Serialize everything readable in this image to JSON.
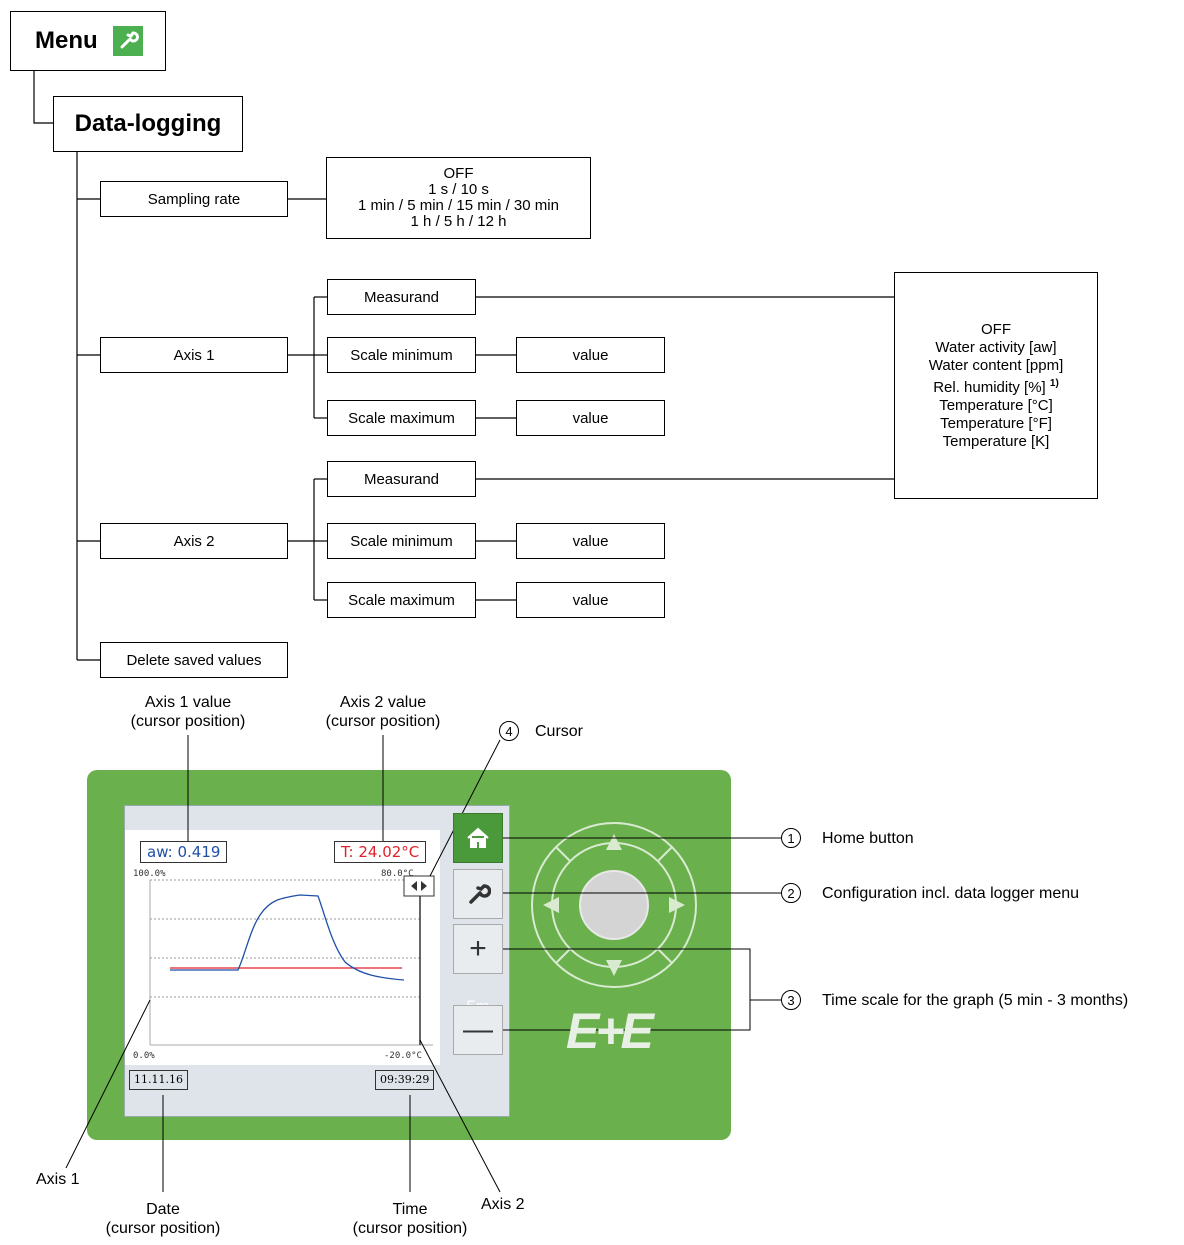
{
  "tree": {
    "menu_label": "Menu",
    "data_logging_label": "Data-logging",
    "sampling_rate": {
      "label": "Sampling rate",
      "options": [
        "OFF",
        "1 s / 10 s",
        "1 min / 5 min / 15 min / 30 min",
        "1 h / 5 h / 12 h"
      ]
    },
    "axis1": {
      "label": "Axis 1",
      "measurand": "Measurand",
      "scale_min": "Scale minimum",
      "scale_max": "Scale maximum",
      "value": "value"
    },
    "axis2": {
      "label": "Axis 2",
      "measurand": "Measurand",
      "scale_min": "Scale minimum",
      "scale_max": "Scale maximum",
      "value": "value"
    },
    "measurand_options": [
      "OFF",
      "Water activity [aw]",
      "Water content [ppm]",
      "Rel. humidity [%]",
      "Temperature [°C]",
      "Temperature [°F]",
      "Temperature [K]"
    ],
    "footnote_mark": "1)",
    "delete_label": "Delete saved values"
  },
  "device": {
    "axis1_readout": "aw: 0.419",
    "axis2_readout": "T: 24.02°C",
    "axis1_top": "100.0%",
    "axis1_bottom": "0.0%",
    "axis2_top": "80.0°C",
    "axis2_bottom": "-20.0°C",
    "date": "11.11.16",
    "time": "09:39:29",
    "time_scale": "5m",
    "plus": "+",
    "minus": "—",
    "logo": "E+E"
  },
  "callouts": {
    "axis1_value": [
      "Axis 1 value",
      "(cursor position)"
    ],
    "axis2_value": [
      "Axis 2 value",
      "(cursor position)"
    ],
    "cursor": "Cursor",
    "cursor_num": "4",
    "home": "Home button",
    "home_num": "1",
    "config": "Configuration incl. data logger menu",
    "config_num": "2",
    "timescale": "Time scale for the graph (5 min - 3 months)",
    "timescale_num": "3",
    "axis1": "Axis 1",
    "axis2": "Axis 2",
    "date": [
      "Date",
      "(cursor position)"
    ],
    "time": [
      "Time",
      "(cursor position)"
    ]
  },
  "colors": {
    "menu_icon": "#4caf50",
    "device_body": "#6ab04c",
    "axis1_line": "#1f4fa8",
    "axis2_line": "#e0202a"
  }
}
